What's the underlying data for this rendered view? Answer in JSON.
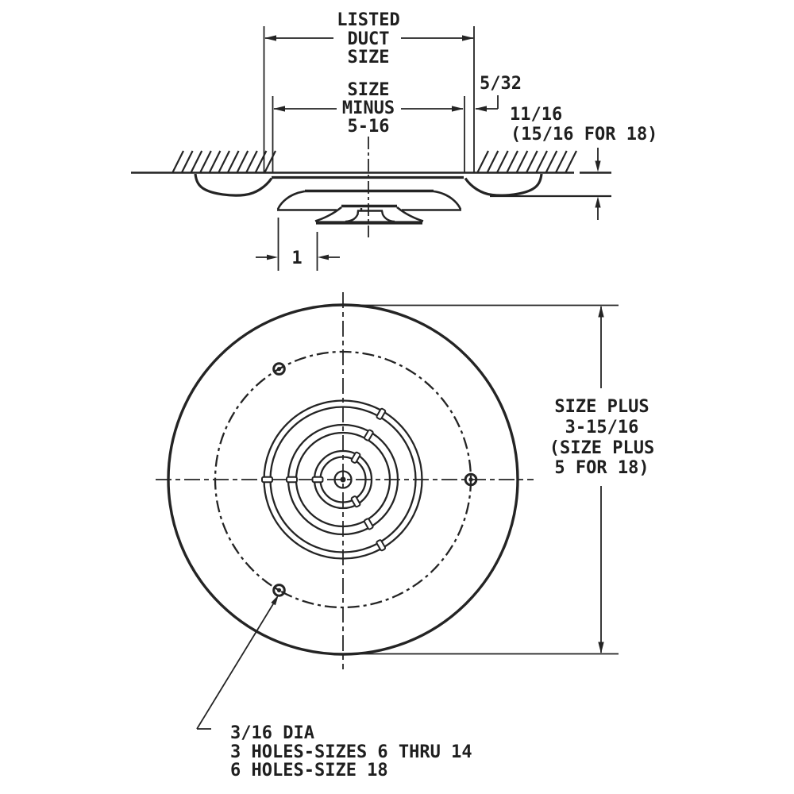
{
  "drawing": {
    "type": "technical-drawing",
    "views": [
      "cross-section",
      "plan"
    ],
    "labels": {
      "duct_size": [
        "LISTED",
        "DUCT",
        "SIZE"
      ],
      "neck_size": [
        "SIZE",
        "MINUS",
        "5-16"
      ],
      "lip_gap": "5/32",
      "ceiling_drop": [
        "11/16",
        "(15/16 FOR 18)"
      ],
      "cone_step": "1",
      "overall_diameter": [
        "SIZE PLUS",
        "3-15/16",
        "(SIZE PLUS",
        "5 FOR 18)"
      ],
      "hole_note": [
        "3/16 DIA",
        "3 HOLES-SIZES 6 THRU 14",
        "6 HOLES-SIZE 18"
      ]
    }
  },
  "colors": {
    "ink": "#1f1f1f",
    "line": "#242424",
    "background": "#ffffff"
  }
}
